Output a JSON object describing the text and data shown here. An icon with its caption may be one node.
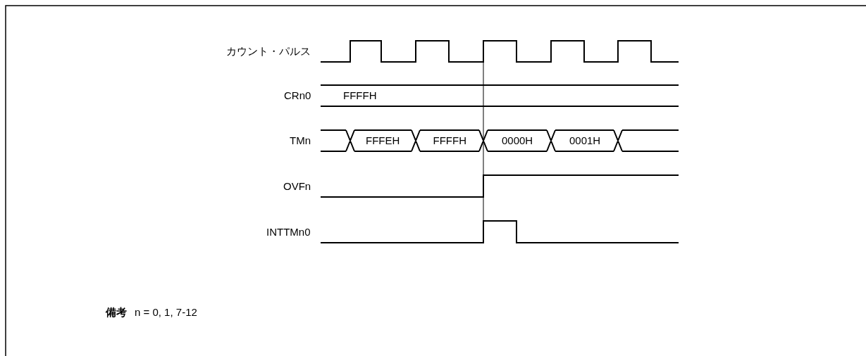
{
  "diagram": {
    "labels": [
      "カウント・パルス",
      "CRn0",
      "FFFFH",
      "TMn",
      "FFFEH",
      "FFFFH",
      "0000H",
      "0001H",
      "OVFn",
      "INTTMn0",
      "備考",
      "n = 0, 1, 7-12"
    ]
  }
}
